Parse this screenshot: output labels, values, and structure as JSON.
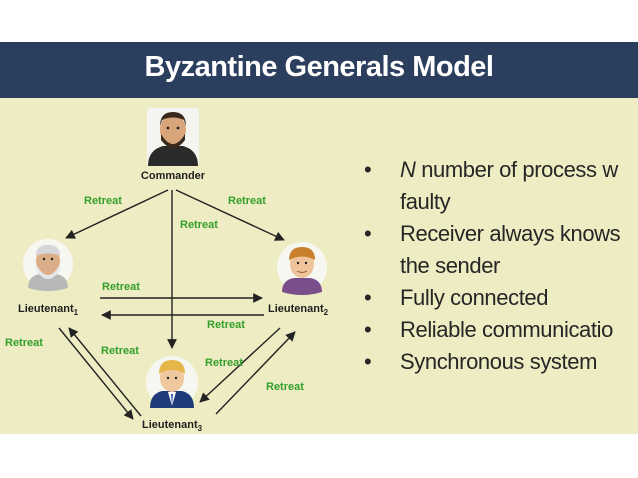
{
  "title": "Byzantine Generals Model",
  "nodes": {
    "commander": "Commander",
    "lieutenant1": {
      "base": "Lieutenant",
      "sub": "1"
    },
    "lieutenant2": {
      "base": "Lieutenant",
      "sub": "2"
    },
    "lieutenant3": {
      "base": "Lieutenant",
      "sub": "3"
    }
  },
  "edges": {
    "cmd_to_l1": "Retreat",
    "cmd_to_l2": "Retreat",
    "cmd_to_l3": "Retreat",
    "l1_to_l2": "Retreat",
    "l2_to_l1": "Retreat",
    "l3_to_l1": "Retreat",
    "l1_to_l3": "Retreat",
    "l2_to_l3": "Retreat",
    "l3_to_l2": "Retreat"
  },
  "bullets": [
    {
      "emph": "N",
      "text": " number of process w",
      "cont": "faulty"
    },
    {
      "emph": "",
      "text": "Receiver always knows",
      "cont": "the sender"
    },
    {
      "emph": "",
      "text": "Fully connected",
      "cont": ""
    },
    {
      "emph": "",
      "text": "Reliable communicatio",
      "cont": ""
    },
    {
      "emph": "",
      "text": "Synchronous system",
      "cont": ""
    }
  ],
  "colors": {
    "title_bar": "#2c3e5e",
    "slide_background": "#eeecc2",
    "edge_label": "#33a02c",
    "text": "#262626"
  }
}
